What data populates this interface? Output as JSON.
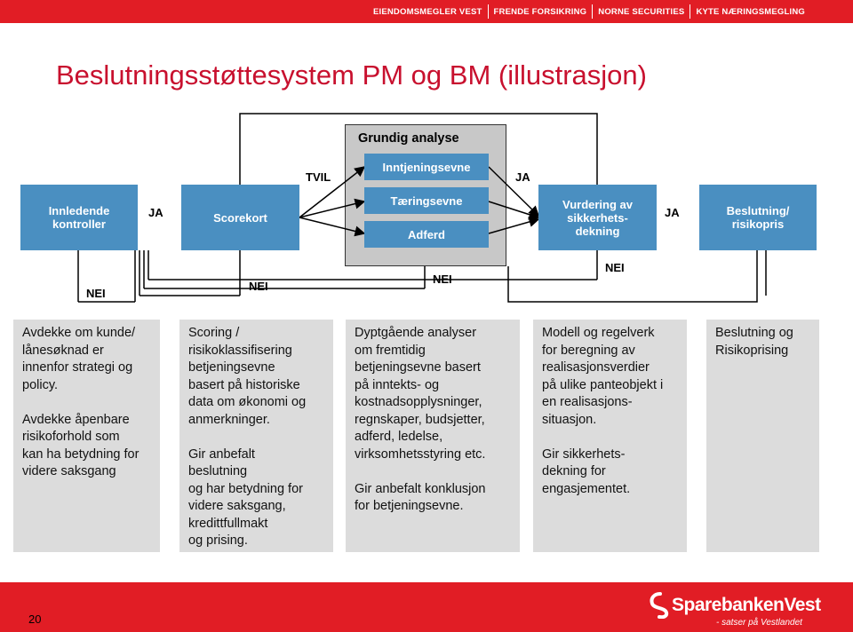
{
  "header": {
    "nav_items": [
      "EIENDOMSMEGLER VEST",
      "FRENDE FORSIKRING",
      "NORNE SECURITIES",
      "KYTE NÆRINGSMEGLING"
    ]
  },
  "title": "Beslutningsstøttesystem PM og BM (illustrasjon)",
  "diagram": {
    "boxes": {
      "innledende": "Innledende kontroller",
      "scorekort": "Scorekort",
      "grundig": "Grundig analyse",
      "inntjening": "Inntjeningsevne",
      "tæring": "Tæringsevne",
      "adferd": "Adferd",
      "vurdering": "Vurdering av sikkerhets-dekning",
      "beslutning": "Beslutning/ risikopris"
    },
    "labels": {
      "ja1": "JA",
      "tvil": "TVIL",
      "ja2": "JA",
      "ja3": "JA",
      "nei1": "NEI",
      "nei2": "NEI",
      "nei3": "NEI",
      "nei4": "NEI"
    }
  },
  "columns": [
    {
      "paragraphs": [
        "Avdekke om kunde/\nlånesøknad er\ninnenfor strategi og\npolicy.",
        "Avdekke åpenbare\nrisikoforhold som\nkan ha betydning for\nvidere saksgang"
      ]
    },
    {
      "paragraphs": [
        "Scoring /\nrisikoklassifisering\nbetjeningsevne\nbasert på historiske\ndata om økonomi og\nanmerkninger.",
        "Gir anbefalt\nbeslutning\nog har betydning for\nvidere saksgang,\nkredittfullmakt\nog prising."
      ]
    },
    {
      "paragraphs": [
        "Dyptgående analyser\nom fremtidig\nbetjeningsevne basert\npå inntekts- og\nkostnadsopplysninger,\nregnskaper, budsjetter,\nadferd, ledelse,\nvirksomhetsstyring etc.",
        "Gir anbefalt konklusjon\nfor betjeningsevne."
      ]
    },
    {
      "paragraphs": [
        "Modell og regelverk\nfor beregning av\nrealisasjonsverdier\npå ulike panteobjekt i\nen realisasjons-\nsituasjon.",
        "Gir sikkerhets-\ndekning for\nengasjementet."
      ]
    },
    {
      "paragraphs": [
        "Beslutning og\nRisikoprising"
      ]
    }
  ],
  "footer": {
    "slide_number": "20",
    "logo_text": "SparebankenVest",
    "slogan": "- satser på Vestlandet"
  },
  "colors": {
    "brand_red": "#e11d25",
    "title_red": "#c8102e",
    "box_blue": "#4a8fc1",
    "panel_gray": "#dcdcdc"
  }
}
